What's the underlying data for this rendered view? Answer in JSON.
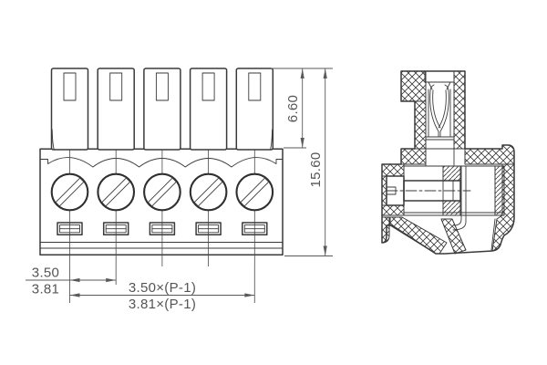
{
  "drawing": {
    "front_view": {
      "pole_count": 5
    },
    "dimensions": {
      "upper_height": "6.60",
      "total_height": "15.60",
      "pitch_small": "3.50",
      "pitch_large": "3.81",
      "span_small": "3.50×(P-1)",
      "span_large": "3.81×(P-1)"
    },
    "colors": {
      "line": "#3a3a3a",
      "dimension": "#5a5a5a",
      "background": "#ffffff"
    }
  }
}
